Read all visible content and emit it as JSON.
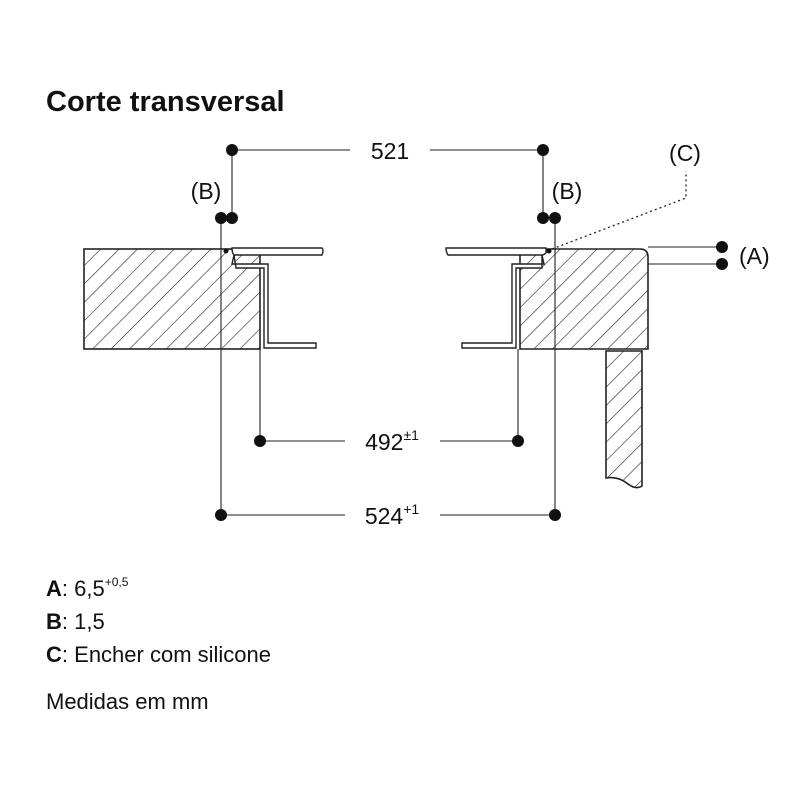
{
  "title": "Corte transversal",
  "dimensions": {
    "top": "521",
    "middle": {
      "value": "492",
      "tolerance": "±1"
    },
    "bottom": {
      "value": "524",
      "tolerance": "+1"
    }
  },
  "callouts": {
    "b_left": "(B)",
    "b_right": "(B)",
    "c": "(C)",
    "a": "(A)"
  },
  "legend": [
    {
      "key": "A",
      "sep": ":",
      "text": "6,5",
      "sup": "+0,5"
    },
    {
      "key": "B",
      "sep": ":",
      "text": "1,5",
      "sup": ""
    },
    {
      "key": "C",
      "sep": ":",
      "text": "Encher com silicone",
      "sup": ""
    }
  ],
  "units_note": "Medidas em mm"
}
